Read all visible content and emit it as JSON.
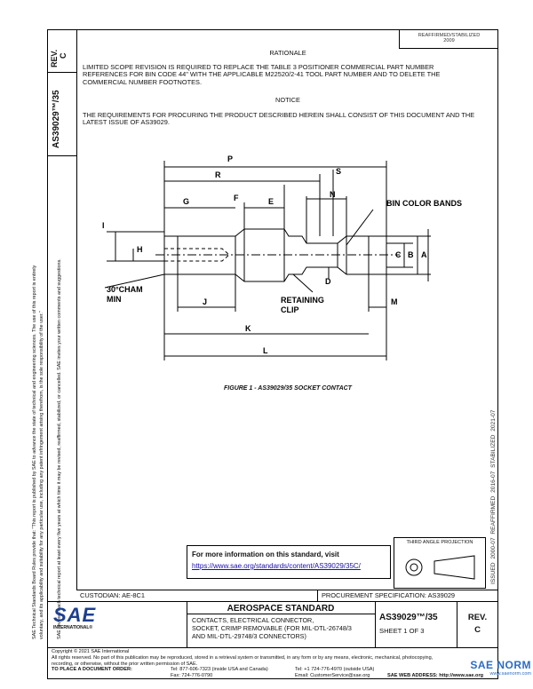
{
  "header_box": {
    "line1": "REAFFIRMED/STABILIZED",
    "line2": "2009"
  },
  "side_left": {
    "rev_label": "REV.",
    "rev_value": "C",
    "doc_number": "AS39029™/35"
  },
  "rationale": {
    "heading": "RATIONALE",
    "text": "LIMITED SCOPE REVISION IS REQUIRED TO REPLACE THE TABLE 3 POSITIONER COMMERCIAL PART NUMBER REFERENCES FOR BIN CODE 44\" WITH THE APPLICABLE M22520/2-41 TOOL PART NUMBER AND TO DELETE THE COMMERCIAL NUMBER FOOTNOTES."
  },
  "notice": {
    "heading": "NOTICE",
    "text": "THE REQUIREMENTS FOR PROCURING THE PRODUCT DESCRIBED HEREIN SHALL CONSIST OF THIS DOCUMENT AND THE LATEST ISSUE OF AS39029."
  },
  "figure": {
    "caption": "FIGURE 1 - AS39029/35 SOCKET CONTACT",
    "labels": {
      "P": "P",
      "R": "R",
      "S": "S",
      "G": "G",
      "F": "F",
      "E": "E",
      "N": "N",
      "I": "I",
      "H": "H",
      "C": "C",
      "B": "B",
      "A": "A",
      "D": "D",
      "J": "J",
      "K": "K",
      "L": "L",
      "M": "M",
      "bin_color_bands": "BIN COLOR BANDS",
      "cham_1": "30°CHAM",
      "cham_2": "MIN",
      "retaining_1": "RETAINING",
      "retaining_2": "CLIP"
    }
  },
  "side_right": "ISSUED 2000-07    REAFFIRMED 2016-07    STABILIZED 2021-07",
  "more_info": {
    "title": "For more information on this standard, visit",
    "url": "https://www.sae.org/standards/content/AS39029/35C/"
  },
  "third_angle": "THIRD ANGLE PROJECTION",
  "custodian": "CUSTODIAN: AE-8C1",
  "procurement": "PROCUREMENT SPECIFICATION: AS39029",
  "title_block": {
    "heading": "AEROSPACE STANDARD",
    "desc_line1": "CONTACTS, ELECTRICAL CONNECTOR,",
    "desc_line2": "SOCKET, CRIMP REMOVABLE (FOR MIL-DTL-26748/3",
    "desc_line3": "AND MIL-DTL-29748/3 CONNECTORS)",
    "doc_number": "AS39029™/35",
    "sheet": "SHEET 1 OF 3",
    "rev_label": "REV.",
    "rev_value": "C"
  },
  "logo": {
    "text": "SAE",
    "sub": "INTERNATIONAL®"
  },
  "disclaimer": {
    "line1": "SAE Technical Standards Board Rules provide that: \"This report is published by SAE to advance the state of technical and engineering sciences. The use of this report is entirely",
    "line2": "voluntary, and its applicability and suitability for any particular use, including any patent infringement arising therefrom, is the sole responsibility of the user.\"",
    "line3": "SAE reviews each technical report at least every five years at which time it may be revised, reaffirmed, stabilized, or cancelled. SAE invites your written comments and suggestions."
  },
  "footer": {
    "copyright": "Copyright © 2021 SAE International",
    "rights": "All rights reserved. No part of this publication may be reproduced, stored in a retrieval system or transmitted, in any form or by any means, electronic, mechanical, photocopying,",
    "rights2": "recording, or otherwise, without the prior written permission of SAE.",
    "order_label": "TO PLACE A DOCUMENT ORDER:",
    "tel1": "Tel: 877-606-7323 (inside USA and Canada)",
    "fax": "Fax: 724-776-0790",
    "tel2": "Tel: +1 724-776-4970 (outside USA)",
    "email": "Email: CustomerService@sae.org",
    "web": "SAE WEB ADDRESS: http://www.sae.org"
  },
  "watermark": {
    "brand": "SAE NORM",
    "sub": "www.saenorm.com"
  }
}
